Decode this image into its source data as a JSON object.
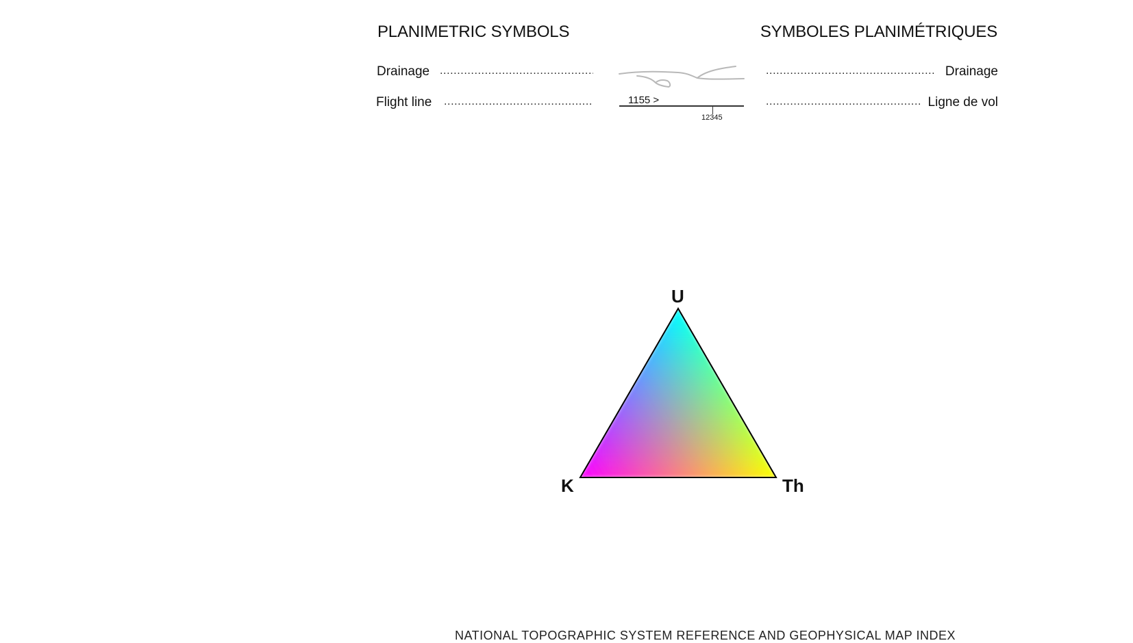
{
  "legend": {
    "heading_en": "PLANIMETRIC SYMBOLS",
    "heading_fr": "SYMBOLES PLANIMÉTRIQUES",
    "rows": [
      {
        "label_en": "Drainage",
        "label_fr": "Drainage",
        "symbol": "drainage-line",
        "color": "#b8b8b8"
      },
      {
        "label_en": "Flight line",
        "label_fr": "Ligne de vol",
        "symbol": "flight-line",
        "line_number": "1155 >",
        "fiducial_number": "12345",
        "color": "#333333"
      }
    ]
  },
  "ternary_legend": {
    "apex_top": "U",
    "apex_left": "K",
    "apex_right": "Th",
    "color_top": "#00ffff",
    "color_left": "#ff00ff",
    "color_right": "#ffff00"
  },
  "footer": {
    "text": "NATIONAL TOPOGRAPHIC SYSTEM REFERENCE AND GEOPHYSICAL MAP INDEX"
  }
}
